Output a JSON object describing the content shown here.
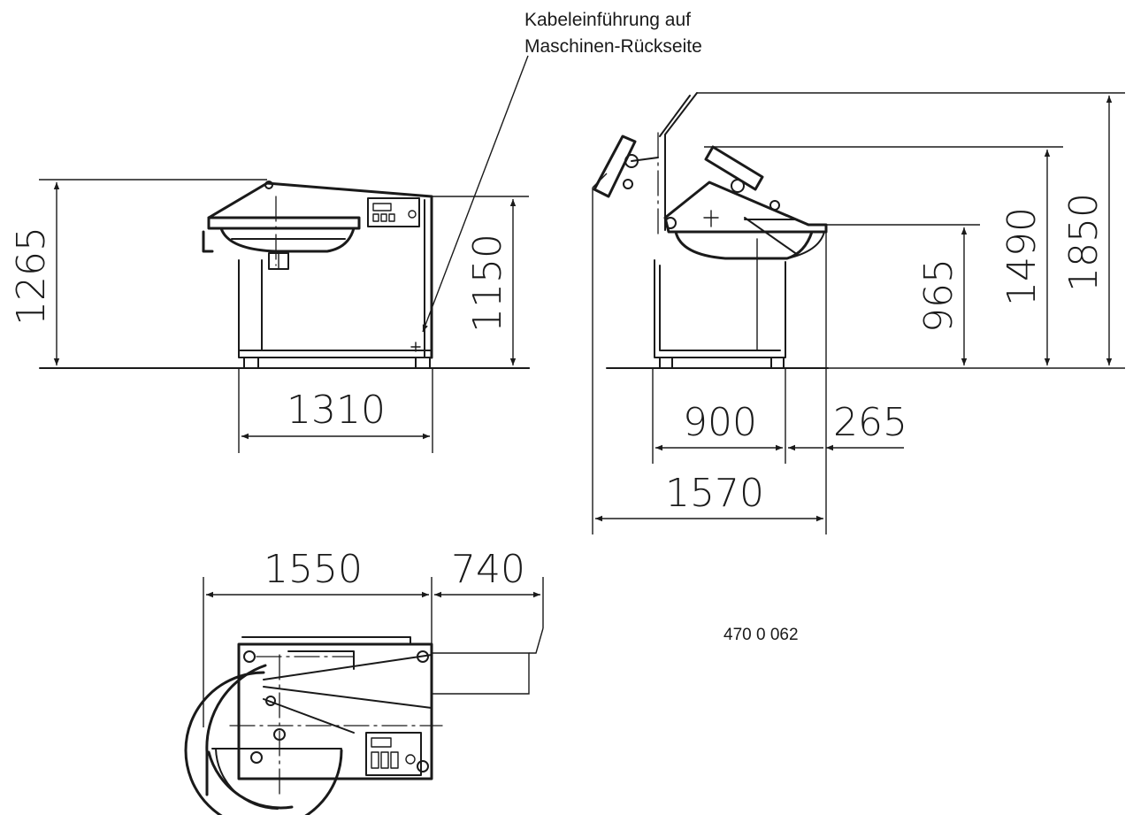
{
  "annotation": {
    "line1": "Kabeleinführung auf",
    "line2": "Maschinen-Rückseite"
  },
  "drawing_number": "470 0 062",
  "dimensions": {
    "front_height_total": "1265",
    "front_height_body": "1150",
    "front_width": "1310",
    "side_height_965": "965",
    "side_height_1490": "1490",
    "side_height_1850": "1850",
    "side_depth_900": "900",
    "side_overhang_265": "265",
    "side_total_1570": "1570",
    "top_width_1550": "1550",
    "top_extension_740": "740"
  }
}
